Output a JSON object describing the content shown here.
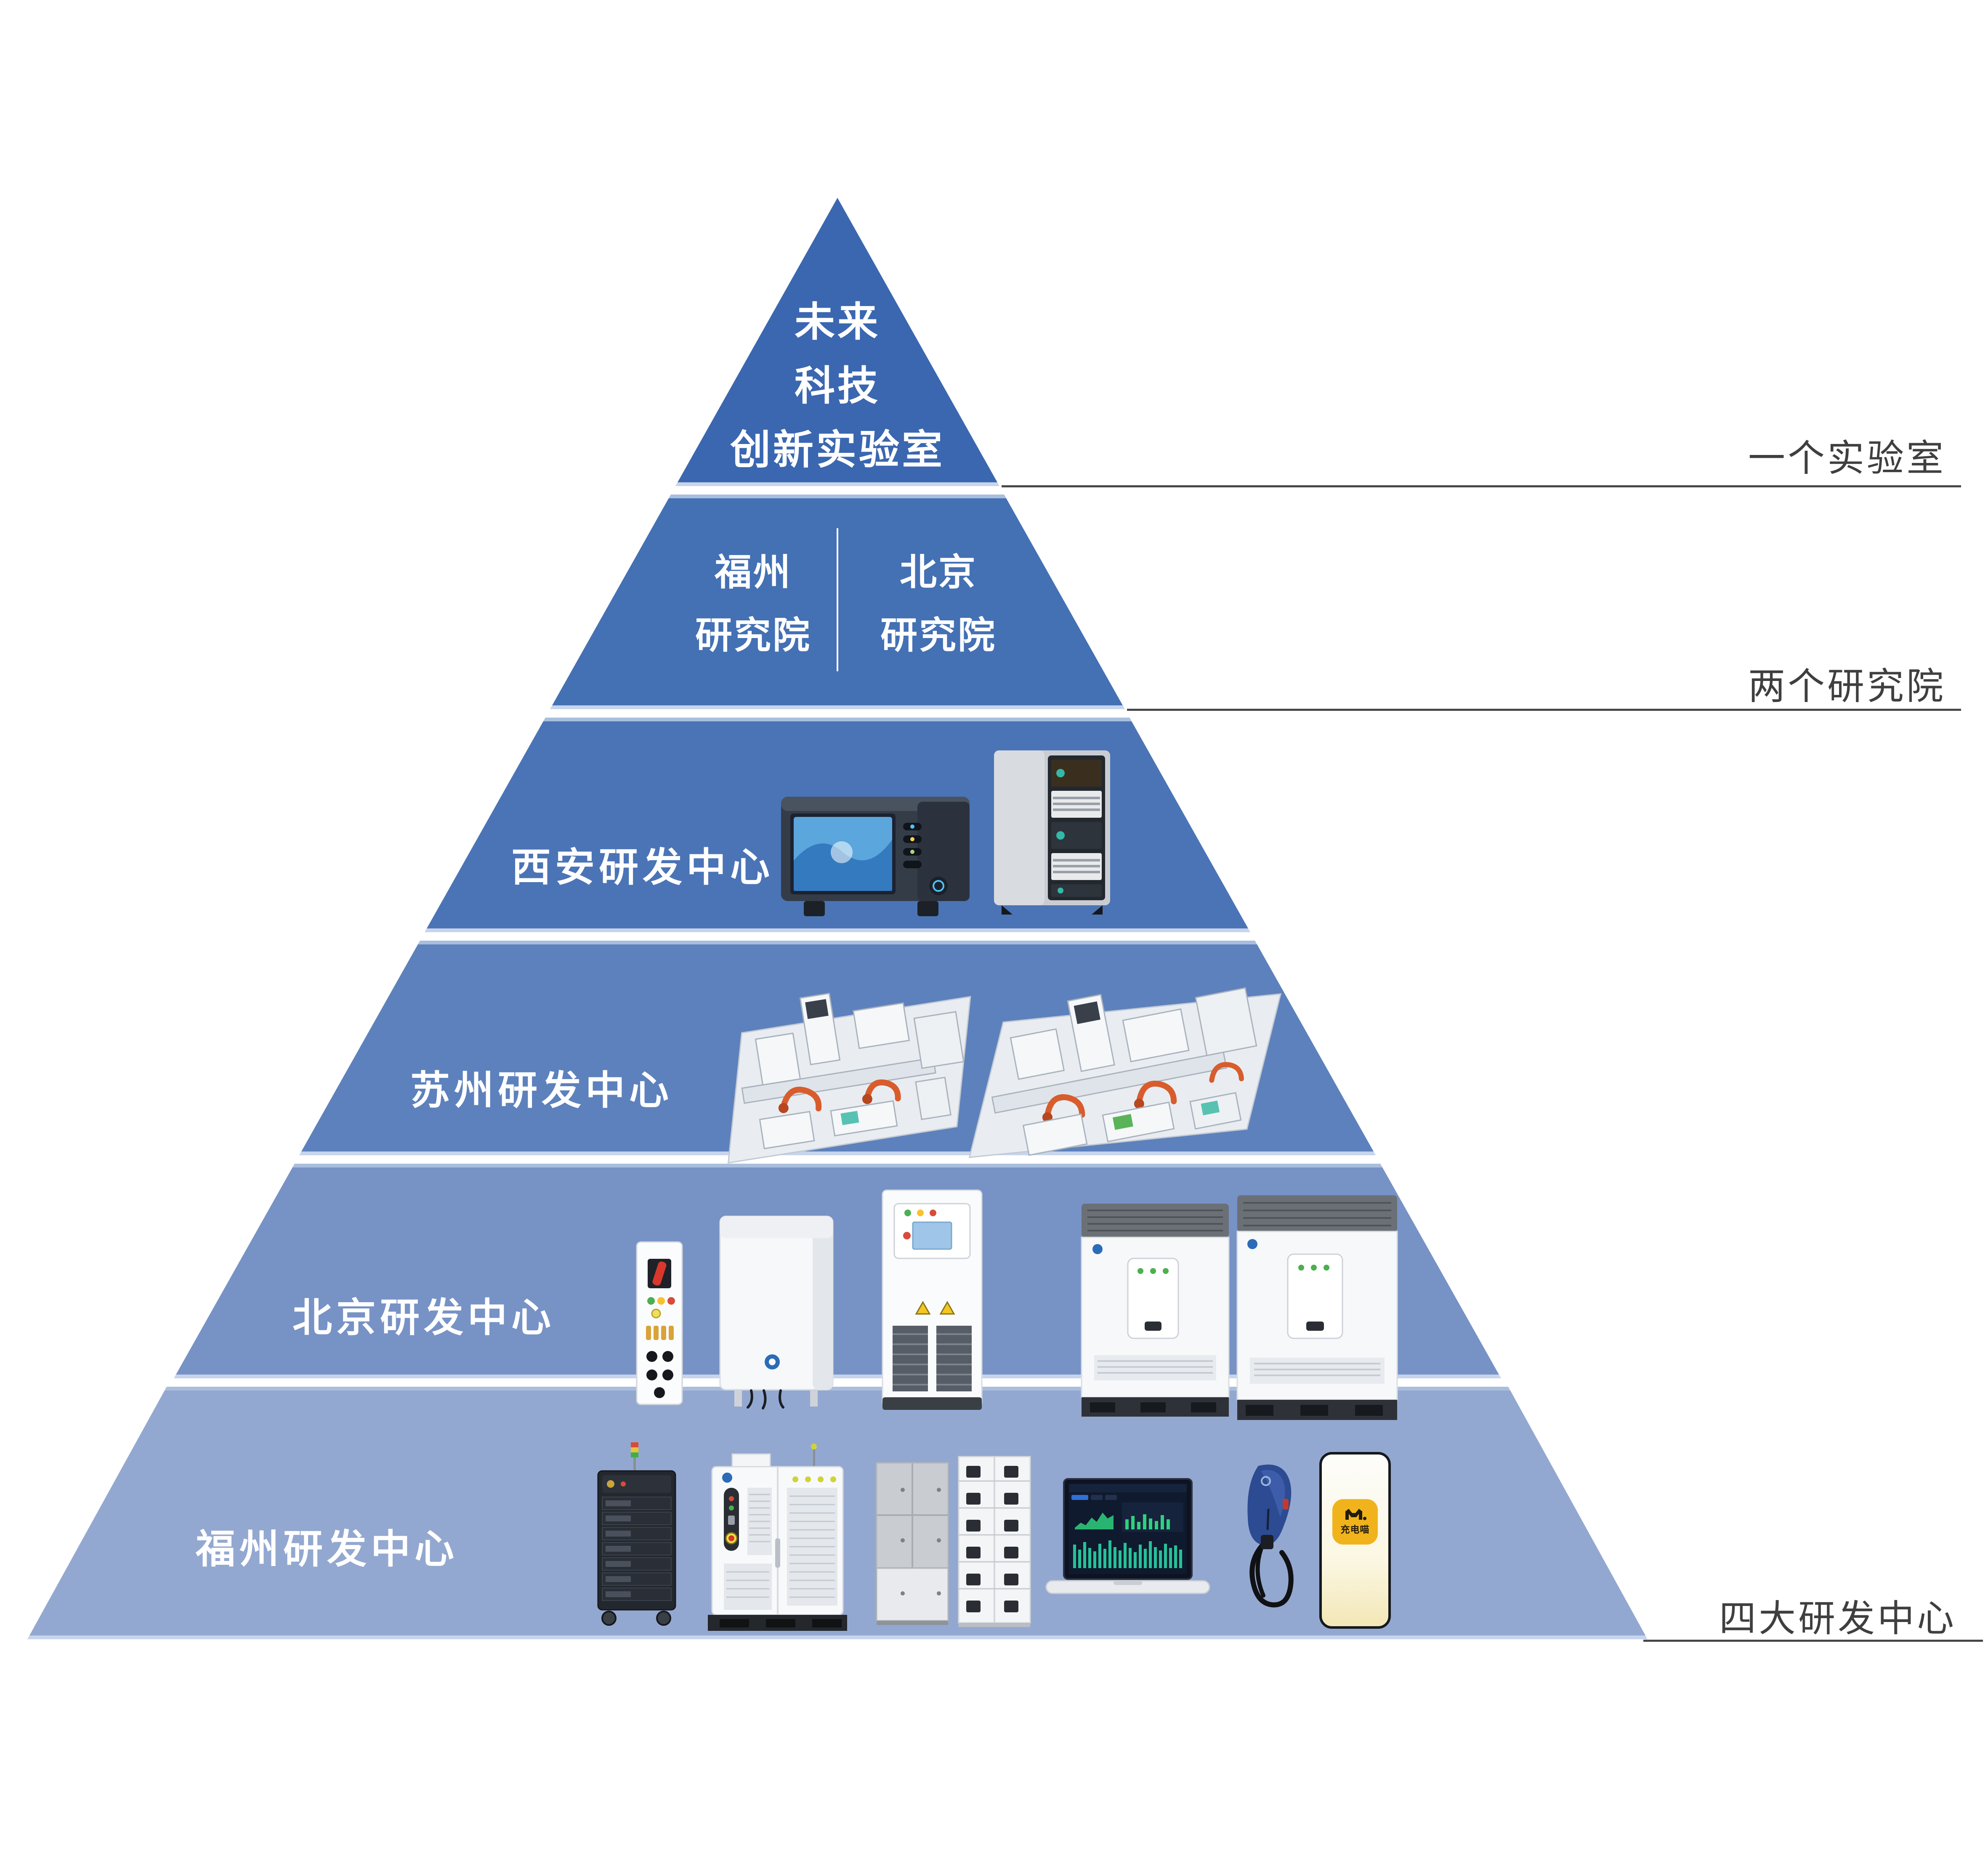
{
  "pyramid": {
    "background": "#ffffff",
    "levels": [
      {
        "id": "future-tech-lab",
        "lines": [
          "未来",
          "科技",
          "创新实验室"
        ],
        "color": "#3a67b0"
      },
      {
        "id": "institutes",
        "color": "#4470b4",
        "left_lines": [
          "福州",
          "研究院"
        ],
        "right_lines": [
          "北京",
          "研究院"
        ]
      },
      {
        "id": "xian-center",
        "label": "西安研发中心",
        "color": "#4b74b6"
      },
      {
        "id": "suzhou-center",
        "label": "苏州研发中心",
        "color": "#5d81bc"
      },
      {
        "id": "beijing-center",
        "label": "北京研发中心",
        "color": "#7792c5"
      },
      {
        "id": "fuzhou-center",
        "label": "福州研发中心",
        "color": "#93a8d0"
      }
    ],
    "edge_colors": {
      "top_strip": "#a9bede",
      "bottom_strip": "#c7d4ec"
    },
    "callouts": [
      {
        "label": "一个实验室"
      },
      {
        "label": "两个研究院"
      },
      {
        "label": "四大研发中心"
      }
    ],
    "callout_style": {
      "text_color": "#3f3f3f",
      "line_color": "#474747"
    },
    "level_text_color": "#ffffff",
    "phone_app": {
      "label": "充电喵",
      "badge_color": "#f1b31c"
    }
  }
}
